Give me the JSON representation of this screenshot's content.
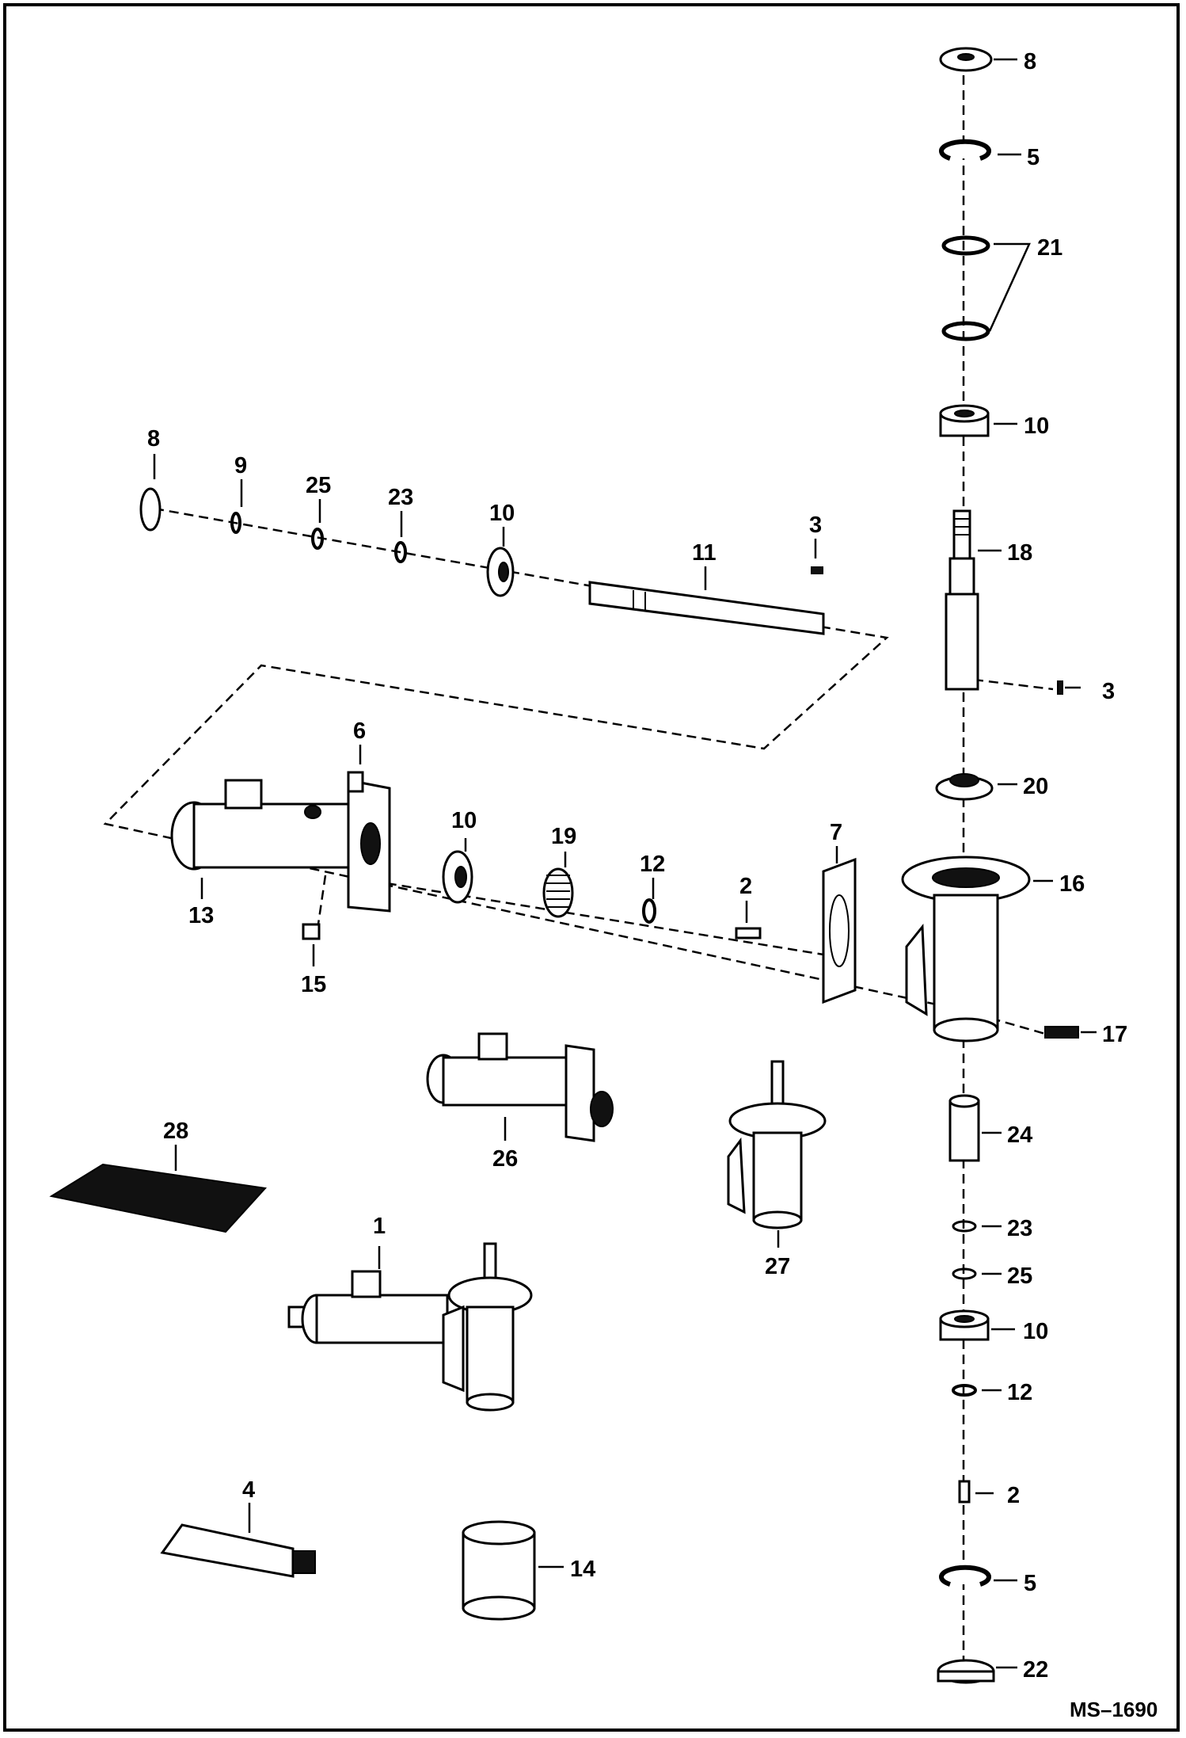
{
  "labels": {
    "top_shaft": [
      "8",
      "9",
      "25",
      "23",
      "10",
      "11",
      "3"
    ],
    "housing_row": [
      "6",
      "13",
      "15",
      "10",
      "19",
      "12",
      "2",
      "7",
      "16",
      "17"
    ],
    "vertical_stack": [
      "8",
      "5",
      "21",
      "10",
      "18",
      "3",
      "20",
      "24",
      "23",
      "25",
      "10",
      "12",
      "2",
      "5",
      "22"
    ],
    "assemblies": [
      "28",
      "26",
      "27",
      "1",
      "4",
      "14"
    ]
  },
  "drawing_code": "MS–1690",
  "icons": [
    "washer",
    "snap-ring",
    "bearing",
    "shaft",
    "set-screw",
    "housing",
    "gear",
    "gasket",
    "grease-tube",
    "sleeve",
    "seal-kit"
  ]
}
